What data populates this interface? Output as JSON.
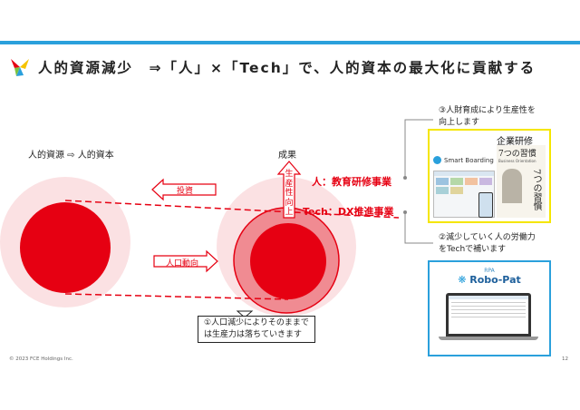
{
  "header": {
    "title": "人的資源減少　⇒「人」×「Tech」で、人的資本の最大化に貢献する"
  },
  "diagram": {
    "left_label": "人的資源 ⇨ 人的資本",
    "right_label": "成果",
    "arrow_investment": "投資",
    "arrow_population": "人口動向",
    "productivity_up": [
      "生",
      "産",
      "性",
      "向",
      "上"
    ],
    "people_label": "人：教育研修事業",
    "tech_label": "Tech：DX推進事業",
    "callout_decline": [
      "①人口減少によりそのままで",
      "は生産力は落ちていきます"
    ],
    "callout_people": [
      "③人財育成により生産性を",
      "向上します"
    ],
    "callout_tech": [
      "②減少していく人の労働力",
      "をTechで補います"
    ]
  },
  "panels": {
    "training": {
      "heading": "企業研修",
      "brand": "Smart Boarding",
      "book_title": "7つの習慣",
      "book_subtitle": "Business Orientation"
    },
    "rpa": {
      "label": "RPA",
      "product": "Robo-Pat"
    }
  },
  "footer": {
    "copyright": "© 2023 FCE Holdings Inc.",
    "page": "12"
  },
  "colors": {
    "accent_blue": "#2aa0dc",
    "red": "#e60012",
    "pink_light": "#fbe1e3",
    "pink_mid": "#f08b92",
    "yellow": "#f5e600"
  }
}
